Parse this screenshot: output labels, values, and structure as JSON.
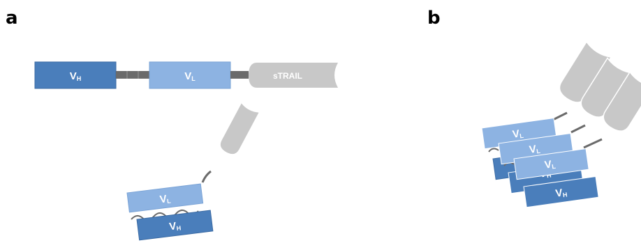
{
  "panels": [
    {
      "label": "a"
    },
    {
      "label": "b"
    }
  ],
  "domains": {
    "vh": {
      "main": "V",
      "sub": "H"
    },
    "vl": {
      "main": "V",
      "sub": "L"
    },
    "trail": "sTRAIL"
  },
  "colors": {
    "vh_fill": "#4a7ebb",
    "vh_stroke": "#3a6aa3",
    "vl_fill": "#8db3e2",
    "vl_stroke": "#7aa3d6",
    "trail_fill": "#c8c8c8",
    "linker": "#6b6b6b"
  }
}
